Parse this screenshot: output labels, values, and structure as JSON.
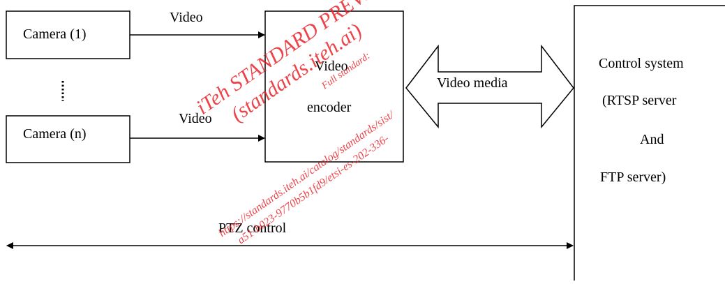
{
  "nodes": {
    "camera_1": "Camera (1)",
    "camera_n": "Camera (n)",
    "encoder_line1": "Video",
    "encoder_line2": "encoder",
    "control_line1": "Control system",
    "control_line2": "(RTSP server",
    "control_line3": "And",
    "control_line4": "FTP server)"
  },
  "edges": {
    "video_top": "Video",
    "video_bottom": "Video",
    "video_media": "Video media",
    "ptz_control": "PTZ control"
  },
  "watermark": {
    "line1": "iTeh STANDARD PREVIEW",
    "line2": "(standards.iteh.ai)",
    "line3": "Full standard:",
    "line4": "https://standards.iteh.ai/catalog/standards/sist/",
    "line5": "a51-b023-9770b5b1fd9/etsi-es-202-336-"
  },
  "colors": {
    "stroke": "#000000",
    "watermark": "#e8232a"
  }
}
